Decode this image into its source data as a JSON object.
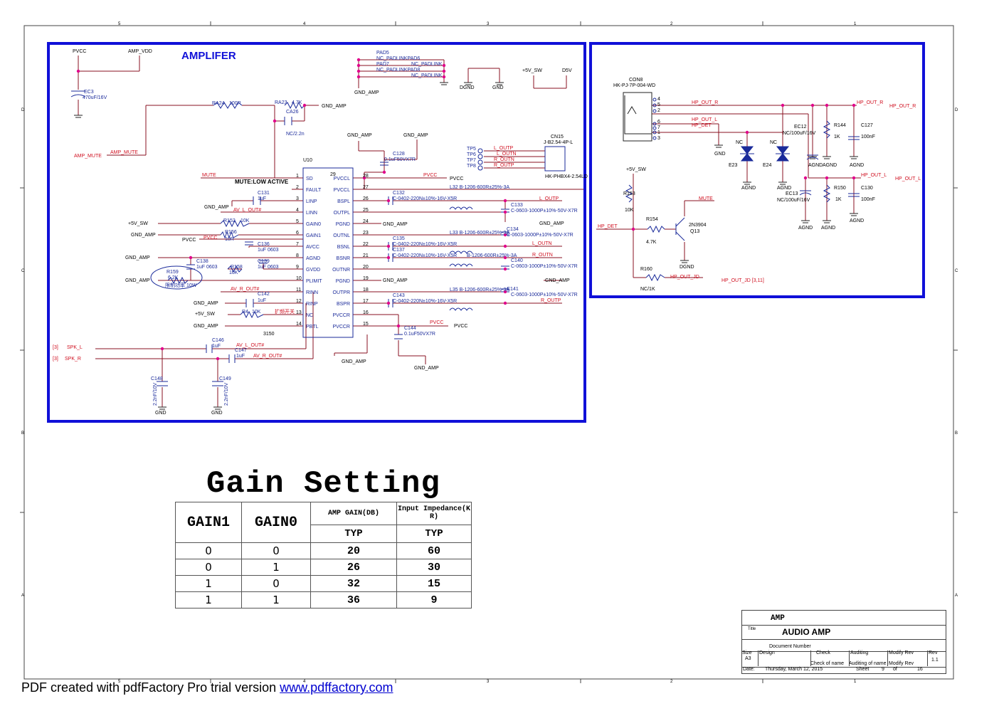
{
  "schematic": {
    "section_left_title": "AMPLIFER",
    "ic": {
      "ref": "U10",
      "part": "3150",
      "left_pins": [
        {
          "num": "1",
          "name": "SD",
          "net": "MUTE"
        },
        {
          "num": "2",
          "name": "FAULT",
          "net": ""
        },
        {
          "num": "3",
          "name": "LINP",
          "net": ""
        },
        {
          "num": "4",
          "name": "LINN",
          "net": "AV_L_OUT#"
        },
        {
          "num": "5",
          "name": "GAIN0",
          "net": "+5V_SW"
        },
        {
          "num": "6",
          "name": "GAIN1",
          "net": "GND_AMP"
        },
        {
          "num": "7",
          "name": "AVCC",
          "net": "PVCC"
        },
        {
          "num": "8",
          "name": "AGND",
          "net": "GND_AMP"
        },
        {
          "num": "9",
          "name": "GVDD",
          "net": ""
        },
        {
          "num": "10",
          "name": "PLIMIT",
          "net": "GND_AMP"
        },
        {
          "num": "11",
          "name": "RINN",
          "net": "AV_R_OUT#"
        },
        {
          "num": "12",
          "name": "RINP",
          "net": "GND_AMP"
        },
        {
          "num": "13",
          "name": "NC",
          "net": "+5V_SW"
        },
        {
          "num": "14",
          "name": "PBTL",
          "net": "GND_AMP"
        }
      ],
      "right_pins": [
        {
          "num": "28",
          "name": "PVCCL"
        },
        {
          "num": "27",
          "name": "PVCCL"
        },
        {
          "num": "26",
          "name": "BSPL"
        },
        {
          "num": "25",
          "name": "OUTPL"
        },
        {
          "num": "24",
          "name": "PGND"
        },
        {
          "num": "23",
          "name": "OUTNL"
        },
        {
          "num": "22",
          "name": "BSNL"
        },
        {
          "num": "21",
          "name": "BSNR"
        },
        {
          "num": "20",
          "name": "OUTNR"
        },
        {
          "num": "19",
          "name": "PGND"
        },
        {
          "num": "18",
          "name": "OUTPR"
        },
        {
          "num": "17",
          "name": "BSPR"
        },
        {
          "num": "16",
          "name": "PVCCR"
        },
        {
          "num": "15",
          "name": "PVCCR"
        }
      ]
    },
    "labels": {
      "pvcc": "PVCC",
      "amp_vdd": "AMP_VDD",
      "ec3": "EC3",
      "ec3_val": "470uF/16V",
      "ra24": "RA24",
      "ra24_val": "100R",
      "ra23": "RA23",
      "ra23_val": "4.7K",
      "ca26": "CA26",
      "ca26_val": "NC/2.2n",
      "gnd_amp": "GND_AMP",
      "amp_mute": "AMP_MUTE",
      "mute_note": "MUTE:LOW ACTIVE",
      "pad5": "PAD5",
      "pad6": "NC_PADLINKPAD6",
      "pad7": "PAD7",
      "nc_padlink": "NC_PADLINK",
      "pad8": "NC_PADLINKPAD8",
      "dgnd": "DGND",
      "gnd": "GND",
      "p5v_sw": "+5V_SW",
      "d5v": "D5V",
      "c128": "C128",
      "c128_val": "0.1uF50VX7R",
      "tp5": "TP5",
      "tp6": "TP6",
      "tp7": "TP7",
      "tp8": "TP8",
      "l_outp": "L_OUTP",
      "l_outn": "L_OUTN",
      "r_outn": "R_OUTN",
      "r_outp": "R_OUTP",
      "cn15": "CN15",
      "cn15_val": "J-B2.54-4P-L",
      "cn15_foot": "HK-PHBX4-2.54LD",
      "c131": "C131",
      "v_1uf": "1uF",
      "c132": "C132",
      "c132_val": "C-0402-220N±10%-16V-X5R",
      "l32": "L32  B-1206-600R±25%-3A",
      "c133": "C133",
      "c_1000p": "C-0603-1000P±10%-50V-X7R",
      "r152": "R152",
      "v_10k": "10K",
      "r156": "R156",
      "v_10r": "10R",
      "c136": "C136",
      "v_1uf0603": "1uF 0603",
      "l33": "L33  B-1206-600R±25%-3A",
      "c134": "C134",
      "c135": "C135",
      "c137": "C137",
      "r157l": "B-1206-600R±25%-3A",
      "c139": "C139",
      "c138": "C138",
      "r158": "R158",
      "r159": "R159",
      "r159_val": "6.2K",
      "r159_note": "限制功率 10W",
      "c140": "C140",
      "l35": "L35  B-1206-600R±25%-3A",
      "c141": "C141",
      "av_r_out": "AV_R_OUT#",
      "c142": "C142",
      "c143": "C143",
      "r4": "R4",
      "r4_val": "10K",
      "expand": "扩频开关",
      "c144": "C144",
      "c144_val": "0.1uF50VX7R",
      "spk_l": "SPK_L",
      "spk_r": "SPK_R",
      "sheet_ref": "[3]",
      "c146": "C146",
      "c147": "C147",
      "av_l_out": "AV_L_OUT#",
      "c148": "C148",
      "c149": "C149",
      "v_22nf": "2.2nF/10V",
      "con8": "CON8",
      "con8_val": "HK-PJ-7P-004-WD",
      "hp_out_r": "HP_OUT_R",
      "hp_out_l": "HP_OUT_L",
      "hp_det": "HP_DET",
      "hp_out_jd": "HP_OUT_JD",
      "hp_out_jd_ref": "HP_OUT_JD  [3,11]",
      "nc": "NC",
      "e23": "E23",
      "e24": "E24",
      "agnd": "AGND",
      "ec12": "EC12",
      "ec12_val": "NC/100uF/16V",
      "ec13": "EC13",
      "ec13_val": "NC/100uF/16V",
      "r144": "R144",
      "r150": "R150",
      "v_1k": "1K",
      "c127": "C127",
      "c130": "C130",
      "v_100nf": "100nF",
      "r153": "R153",
      "r154": "R154",
      "v_47k": "4.7K",
      "q13": "Q13",
      "q13_val": "2N3904",
      "mute": "MUTE",
      "r160": "R160",
      "r160_val": "NC/1K",
      "pin4": "4",
      "pin5": "5",
      "pin2": "2",
      "pin6": "6",
      "pin7": "7",
      "pin1": "1",
      "pin3": "3",
      "pin29": "29"
    },
    "border_cols": [
      "5",
      "4",
      "3",
      "2",
      "1"
    ],
    "border_rows": [
      "D",
      "C",
      "B",
      "A"
    ]
  },
  "gain_table": {
    "title": "Gain Setting",
    "headers": [
      "GAIN1",
      "GAIN0",
      "AMP GAIN(DB)",
      "Input Impedance(K R)"
    ],
    "sub": [
      "TYP",
      "TYP"
    ],
    "rows": [
      [
        "0",
        "0",
        "20",
        "60"
      ],
      [
        "0",
        "1",
        "26",
        "30"
      ],
      [
        "1",
        "0",
        "32",
        "15"
      ],
      [
        "1",
        "1",
        "36",
        "9"
      ]
    ]
  },
  "title_block": {
    "name": "AMP",
    "title_label": "Title",
    "title": "AUDIO AMP",
    "doc_number": "Document Number",
    "size_label": "Size",
    "size": "A3",
    "design": "Design",
    "check": "Check",
    "auditing": "Auditing",
    "modify_rev": "Modify Rev",
    "rev_label": "Rev",
    "rev": "1.1",
    "check_name": "Check  of  name",
    "auditing_name": "Auditing of name",
    "modify_rev2": "Modify Rev",
    "date_label": "Date:",
    "date": "Thursday, March 12, 2015",
    "sheet_label": "Sheet",
    "sheet": "9",
    "of": "of",
    "total": "16"
  },
  "footer": {
    "text": "PDF created with pdfFactory Pro trial version ",
    "link": "www.pdffactory.com"
  }
}
